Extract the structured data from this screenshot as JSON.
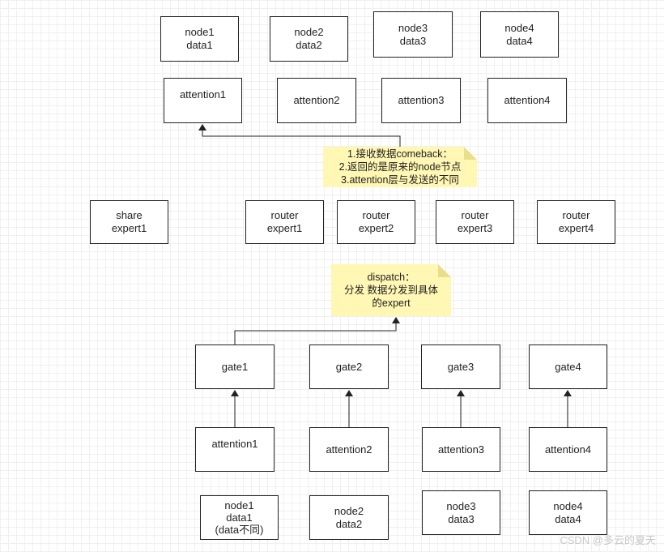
{
  "top": {
    "nodes": [
      {
        "line1": "node1",
        "line2": "data1"
      },
      {
        "line1": "node2",
        "line2": "data2"
      },
      {
        "line1": "node3",
        "line2": "data3"
      },
      {
        "line1": "node4",
        "line2": "data4"
      }
    ],
    "attention": [
      "attention1",
      "attention2",
      "attention3",
      "attention4"
    ]
  },
  "note_comeback": {
    "line1": "1.接收数据comeback：",
    "line2": "2.返回的是原来的node节点",
    "line3": "3.attention层与发送的不同"
  },
  "experts": {
    "share": {
      "line1": "share",
      "line2": "expert1"
    },
    "routers": [
      {
        "line1": "router",
        "line2": "expert1"
      },
      {
        "line1": "router",
        "line2": "expert2"
      },
      {
        "line1": "router",
        "line2": "expert3"
      },
      {
        "line1": "router",
        "line2": "expert4"
      }
    ]
  },
  "note_dispatch": {
    "line1": "dispatch：",
    "line2": "分发 数据分发到具体",
    "line3": "的expert"
  },
  "bottom": {
    "gates": [
      "gate1",
      "gate2",
      "gate3",
      "gate4"
    ],
    "attention": [
      "attention1",
      "attention2",
      "attention3",
      "attention4"
    ],
    "nodes": [
      {
        "line1": "node1",
        "line2": "data1",
        "line3": "(data不同)"
      },
      {
        "line1": "node2",
        "line2": "data2"
      },
      {
        "line1": "node3",
        "line2": "data3"
      },
      {
        "line1": "node4",
        "line2": "data4"
      }
    ]
  },
  "watermark": "CSDN @多云的夏天"
}
